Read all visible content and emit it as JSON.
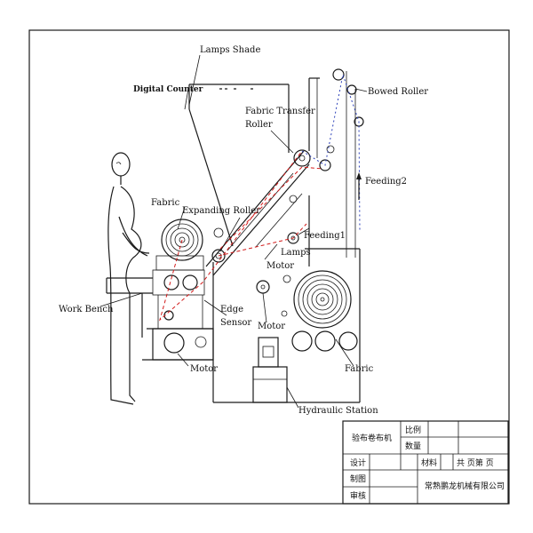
{
  "labels": {
    "lamps_shade": "Lamps Shade",
    "digital_counter": "Digital Counter",
    "fabric_transfer_1": "Fabric Transfer",
    "fabric_transfer_2": "Roller",
    "bowed_roller": "Bowed Roller",
    "feeding2": "Feeding2",
    "feeding1": "Feeding1",
    "fabric_left": "Fabric",
    "expanding_roller": "Expanding Roller",
    "lamps": "Lamps",
    "motor_mid": "Motor",
    "work_bench": "Work Bench",
    "edge_sensor_1": "Edge",
    "edge_sensor_2": "Sensor",
    "motor_center": "Motor",
    "fabric_right": "Fabric",
    "motor_bottom": "Motor",
    "hydraulic_station": "Hydraulic Station"
  },
  "title_block": {
    "machine_name": "验布卷布机",
    "scale": "比例",
    "quantity": "数量",
    "design": "设计",
    "material": "材料",
    "sheets": "共 页第 页",
    "drawing": "制图",
    "review": "审核",
    "company": "常熟鹏龙机械有限公司"
  }
}
